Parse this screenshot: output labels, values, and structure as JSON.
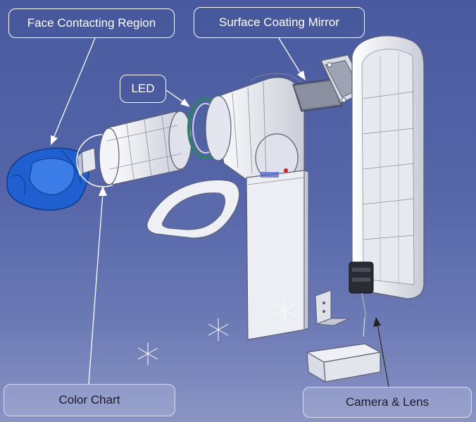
{
  "labels": {
    "face": "Face Contacting Region",
    "mirror": "Surface Coating Mirror",
    "led": "LED",
    "chart": "Color Chart",
    "camera": "Camera & Lens"
  },
  "colors": {
    "background": "#5565a8",
    "face_part": "#1f5fd0",
    "part_fill": "#eceef4",
    "part_edge": "#5a5f70",
    "led_ring": "#2f7f6a",
    "callout": "#ffffff"
  }
}
